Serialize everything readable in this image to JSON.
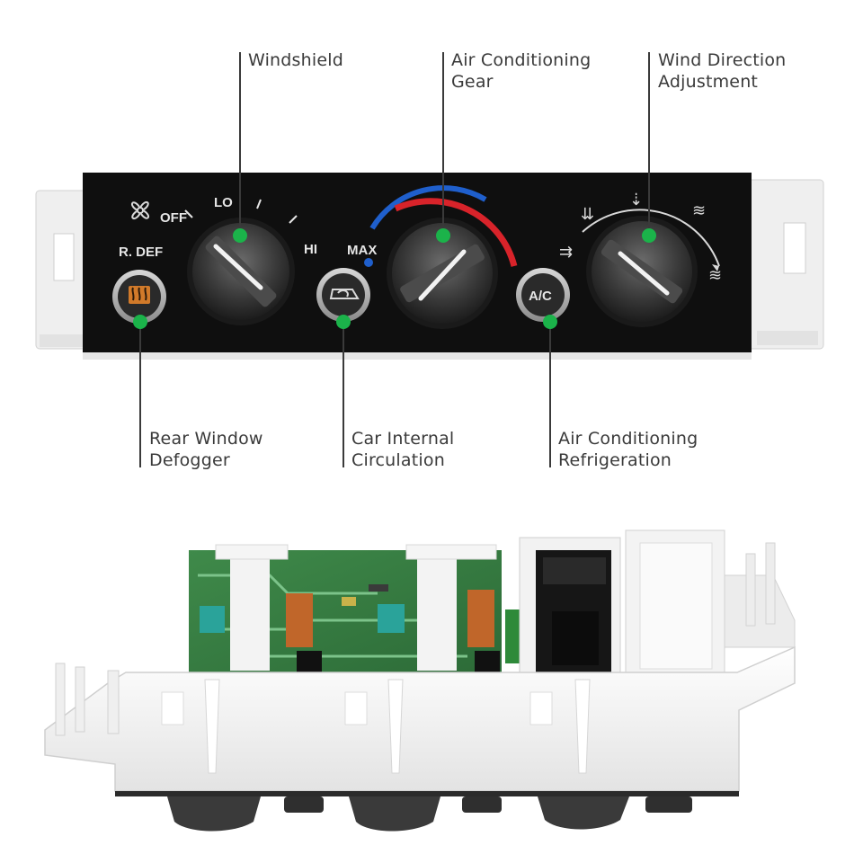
{
  "callouts": {
    "windshield": {
      "line1": "Windshield",
      "line2": ""
    },
    "ac_gear": {
      "line1": "Air Conditioning",
      "line2": "Gear"
    },
    "wind_direction": {
      "line1": "Wind Direction",
      "line2": "Adjustment"
    },
    "rear_defogger": {
      "line1": "Rear Window",
      "line2": "Defogger"
    },
    "internal_circulation": {
      "line1": "Car Internal",
      "line2": "Circulation"
    },
    "ac_refrigeration": {
      "line1": "Air Conditioning",
      "line2": "Refrigeration"
    }
  },
  "panel": {
    "fan_off": "OFF",
    "fan_lo": "LO",
    "fan_hi": "HI",
    "rear_def": "R. DEF",
    "max": "MAX",
    "ac_button": "A/C"
  },
  "colors": {
    "panel_bg": "#0f0f0f",
    "marker_green": "#1bb34a",
    "cold_blue": "#1f5fcc",
    "hot_red": "#d8232a",
    "bracket_white": "#f1f1f1",
    "label_text": "#3a3a3a"
  },
  "icons": [
    "fan-icon",
    "rear-defrost-icon",
    "recirculation-icon",
    "vent-face-icon",
    "vent-bi-level-icon",
    "vent-floor-icon",
    "defrost-windshield-icon"
  ]
}
